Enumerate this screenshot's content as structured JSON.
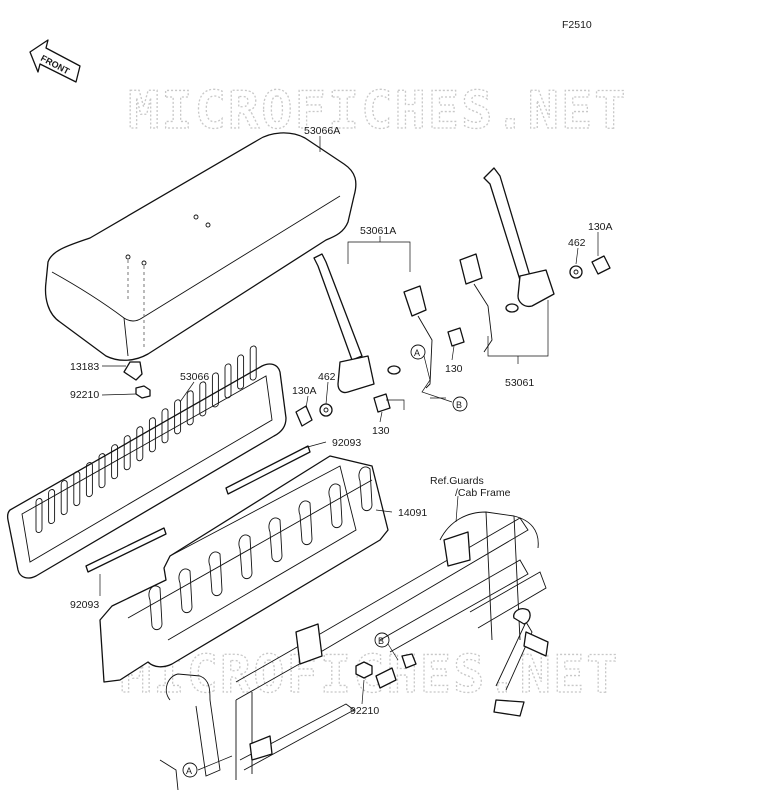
{
  "figure_code": "F2510",
  "front_label": "FRONT",
  "watermark": "MICROFICHES.NET",
  "callouts": {
    "A": "A",
    "B": "B"
  },
  "part_labels": {
    "seat_cushion": "53066A",
    "seat_belt_assy_left": "53061A",
    "seat_belt_assy_right": "53061",
    "bracket_13183": "13183",
    "nut_92210_upper": "92210",
    "seat_back": "53066",
    "bolt_130a_left": "130A",
    "washer_462_left": "462",
    "bolt_130_left": "130",
    "bolt_130_right": "130",
    "washer_462_right": "462",
    "bolt_130a_right": "130A",
    "strip_92093_upper": "92093",
    "strip_92093_lower": "92093",
    "panel_14091": "14091",
    "nut_92210_lower": "92210"
  },
  "reference_note": {
    "line1": "Ref.Guards",
    "line2": "/Cab Frame"
  },
  "colors": {
    "line": "#111111",
    "watermark": "#c8c8c8",
    "background": "#ffffff"
  }
}
